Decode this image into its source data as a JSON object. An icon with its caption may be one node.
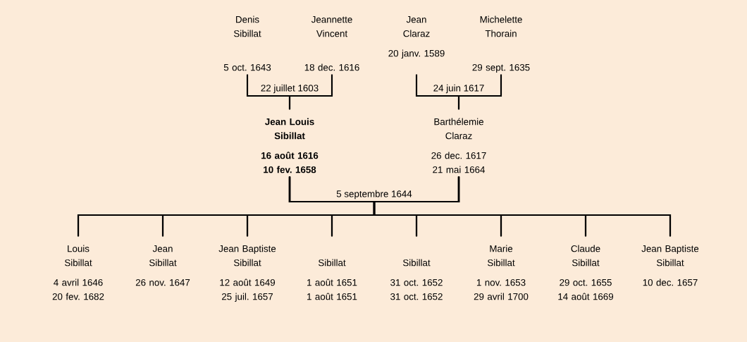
{
  "diagram": {
    "nodes": [
      {
        "text": [
          "Denis Sibillat",
          "5 oct. 1643"
        ]
      },
      {
        "text": [
          "Jeannette Vincent",
          "18 dec. 1616"
        ]
      },
      {
        "text": [
          "Jean Claraz",
          "20 janv. 1589"
        ]
      },
      {
        "text": [
          "Michelette Thorain",
          "29 sept. 1635"
        ]
      },
      {
        "text": [
          "Jean Louis Sibillat",
          "16 août 1616",
          "10 fev. 1658"
        ]
      },
      {
        "text": [
          "Barthélemie Claraz",
          "26 dec. 1617",
          "21 mai 1664"
        ]
      },
      {
        "text": [
          "Louis Sibillat",
          "4 avril 1646",
          "20 fev. 1682"
        ]
      },
      {
        "text": [
          "Jean Sibillat",
          "26 nov. 1647"
        ]
      },
      {
        "text": [
          "Jean Baptiste Sibillat",
          "12 août 1649",
          "25 juil. 1657"
        ]
      },
      {
        "text": [
          "Sibillat",
          "1 août 1651",
          "1 août 1651"
        ]
      },
      {
        "text": [
          "Sibillat",
          "31 oct. 1652",
          "31 oct. 1652"
        ]
      },
      {
        "text": [
          "Marie Sibillat",
          "1 nov. 1653",
          "29 avril 1700"
        ]
      },
      {
        "text": [
          "Claude Sibillat",
          "29 oct. 1655",
          "14 août 1669"
        ]
      },
      {
        "text": [
          "Jean Baptiste Sibillat",
          "10 dec. 1657"
        ]
      }
    ],
    "edges": [
      {
        "from": 0,
        "to": 4,
        "arrow": "none",
        "label": "22 juillet 1603"
      },
      {
        "from": 1,
        "to": 4,
        "arrow": "none"
      },
      {
        "from": 2,
        "to": 5,
        "arrow": "none",
        "label": "24 juin 1617"
      },
      {
        "from": 3,
        "to": 5,
        "arrow": "none"
      },
      {
        "from": 4,
        "to": 6,
        "arrow": "none",
        "label": "5 septembre 1644"
      },
      {
        "from": 4,
        "to": 7,
        "arrow": "none"
      },
      {
        "from": 4,
        "to": 8,
        "arrow": "none"
      },
      {
        "from": 4,
        "to": 9,
        "arrow": "none"
      },
      {
        "from": 4,
        "to": 10,
        "arrow": "none"
      },
      {
        "from": 4,
        "to": 11,
        "arrow": "none"
      },
      {
        "from": 4,
        "to": 12,
        "arrow": "none"
      },
      {
        "from": 4,
        "to": 13,
        "arrow": "none"
      },
      {
        "from": 5,
        "to": 6,
        "arrow": "none"
      },
      {
        "from": 5,
        "to": 7,
        "arrow": "none"
      },
      {
        "from": 5,
        "to": 8,
        "arrow": "none"
      },
      {
        "from": 5,
        "to": 9,
        "arrow": "none"
      },
      {
        "from": 5,
        "to": 10,
        "arrow": "none"
      },
      {
        "from": 5,
        "to": 11,
        "arrow": "none"
      },
      {
        "from": 5,
        "to": 12,
        "arrow": "none"
      },
      {
        "from": 5,
        "to": 13,
        "arrow": "none"
      }
    ]
  }
}
